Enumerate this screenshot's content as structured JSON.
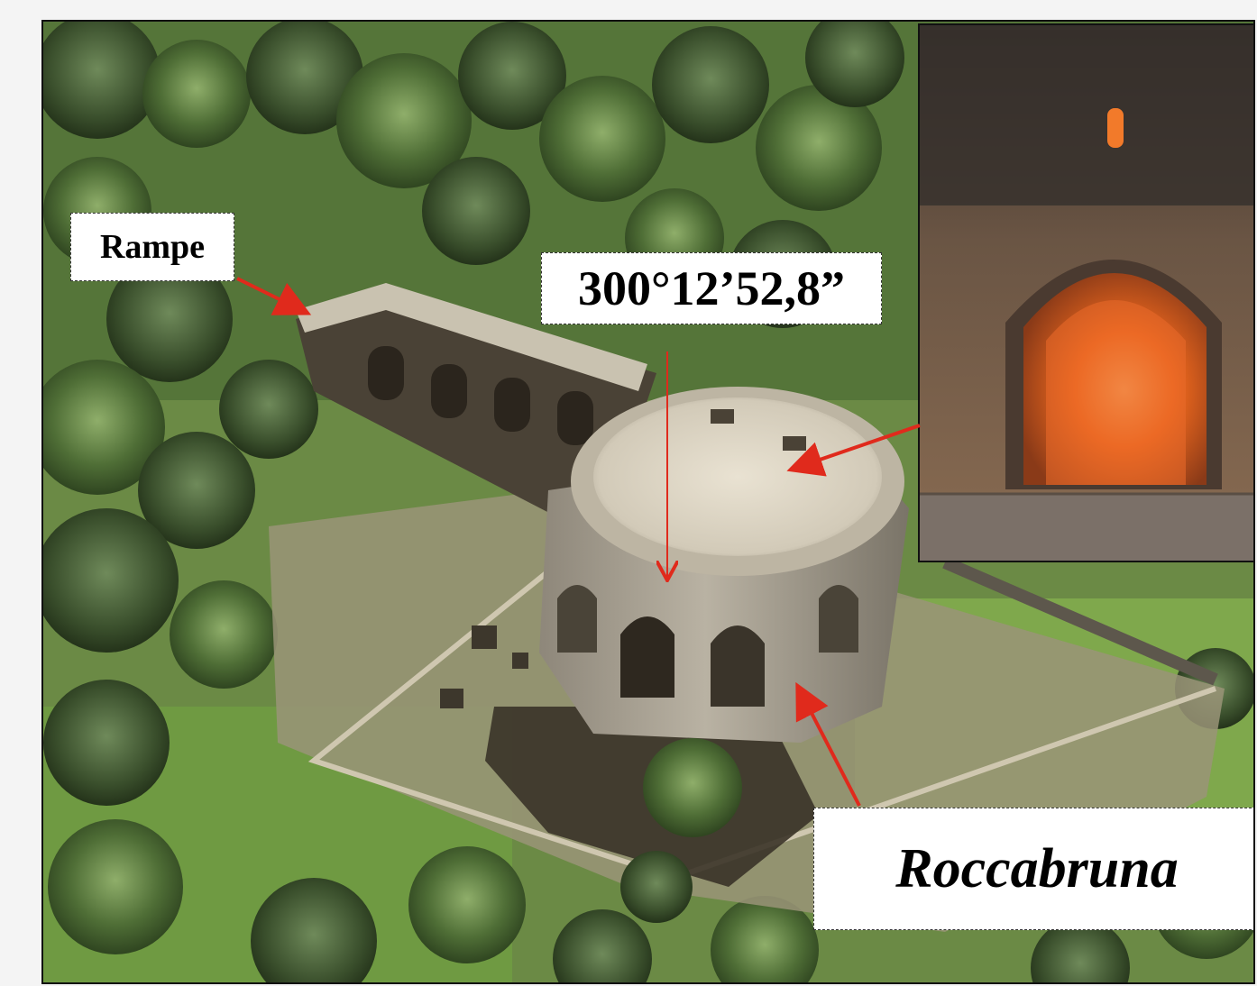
{
  "labels": {
    "rampe": "Rampe",
    "angle": "300°12’52,8”",
    "roccabruna": "Roccabruna"
  },
  "colors": {
    "arrow_red": "#e02a1c",
    "label_bg": "#ffffff",
    "foliage_dark": "#3f5a2c",
    "foliage_light": "#7aa04a",
    "stone": "#b8b2a4",
    "shadow": "#3a3328",
    "interior_glow": "#f26a1e"
  }
}
